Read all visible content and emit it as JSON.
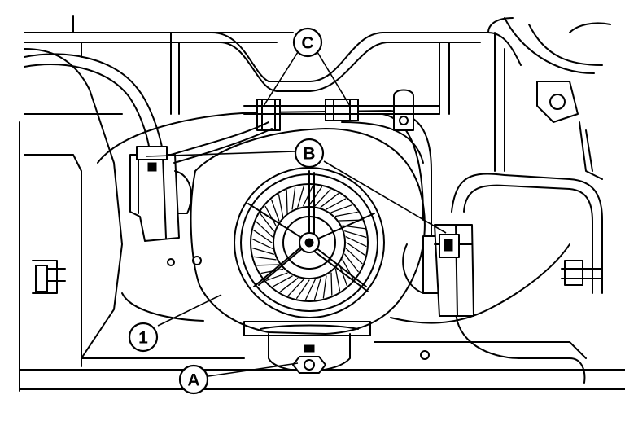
{
  "callouts": {
    "part_1": "1",
    "bolt_a": "A",
    "connector_b": "B",
    "clip_c": "C"
  }
}
